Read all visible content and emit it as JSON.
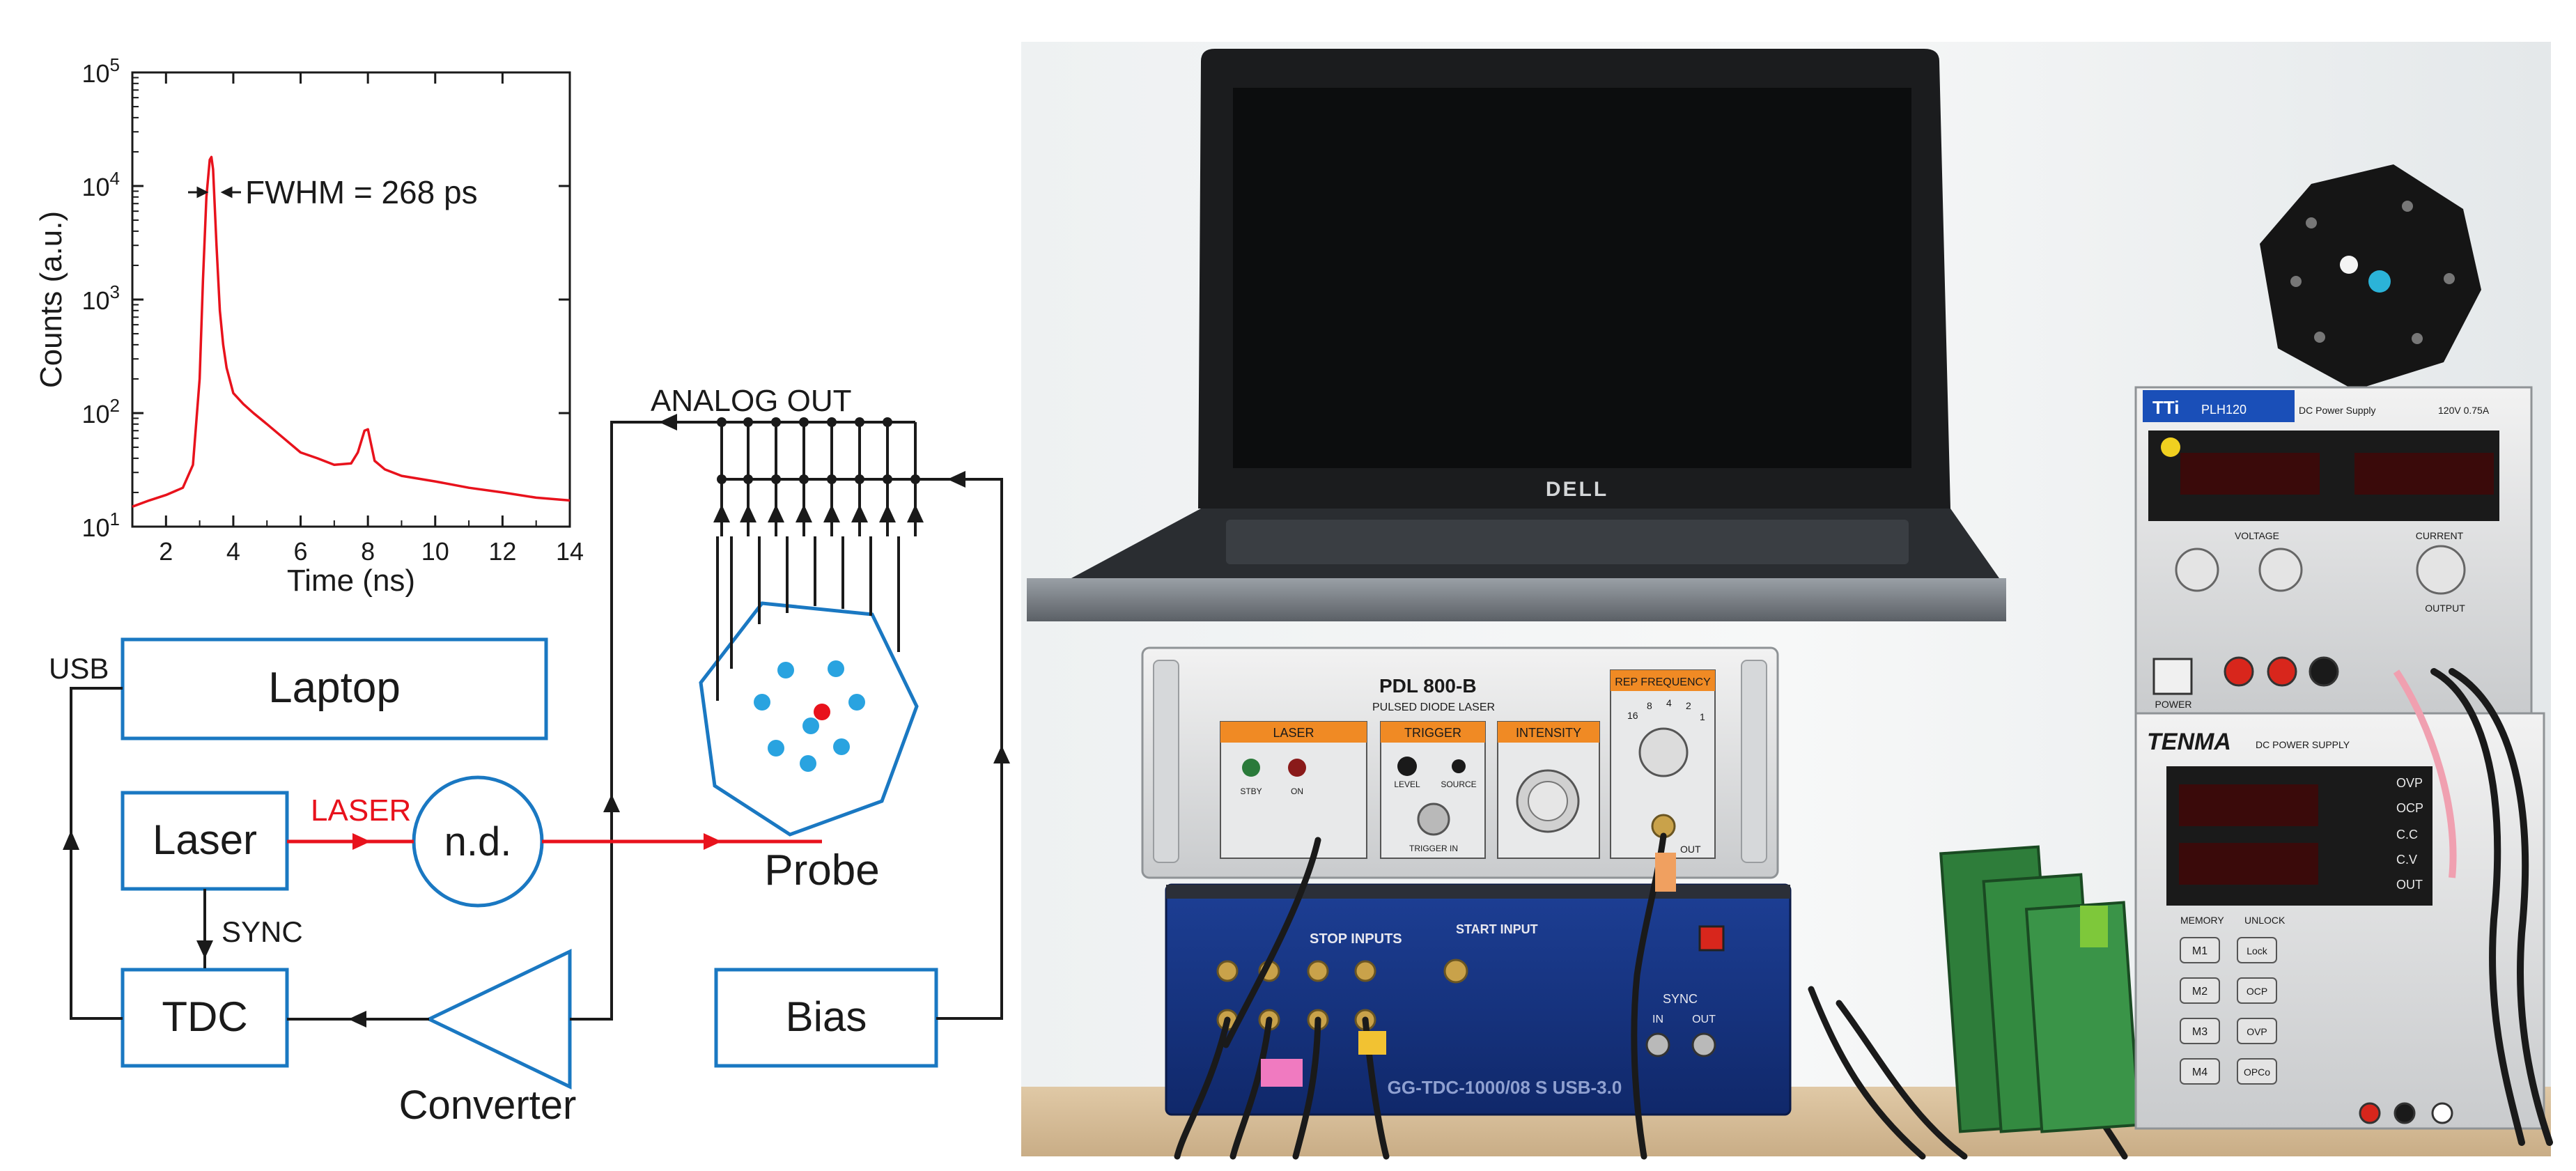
{
  "chart_data": {
    "type": "line",
    "xlabel": "Time (ns)",
    "ylabel": "Counts (a.u.)",
    "xlim": [
      1,
      14
    ],
    "ylim": [
      10,
      100000
    ],
    "y_scale": "log",
    "x_ticks": [
      "2",
      "4",
      "6",
      "8",
      "10",
      "12",
      "14"
    ],
    "y_ticks": [
      {
        "base": "10",
        "exp": "1"
      },
      {
        "base": "10",
        "exp": "2"
      },
      {
        "base": "10",
        "exp": "3"
      },
      {
        "base": "10",
        "exp": "4"
      },
      {
        "base": "10",
        "exp": "5"
      }
    ],
    "annotation": "FWHM = 268 ps",
    "series_color": "#e8121c",
    "series": [
      {
        "x": [
          1.0,
          1.5,
          2.0,
          2.5,
          2.8,
          3.0,
          3.1,
          3.2,
          3.3,
          3.35,
          3.4,
          3.5,
          3.6,
          3.7,
          3.8,
          4.0,
          4.3,
          4.6,
          5.0,
          5.5,
          6.0,
          6.5,
          7.0,
          7.5,
          7.7,
          7.9,
          8.0,
          8.2,
          8.5,
          9.0,
          10.0,
          11.0,
          12.0,
          13.0,
          14.0
        ],
        "y": [
          15,
          17,
          19,
          22,
          35,
          200,
          1500,
          8000,
          17000,
          18000,
          14000,
          3000,
          800,
          400,
          250,
          150,
          120,
          100,
          80,
          60,
          45,
          40,
          35,
          36,
          45,
          70,
          72,
          38,
          32,
          28,
          25,
          22,
          20,
          18,
          17
        ]
      }
    ]
  },
  "diagram": {
    "labels": {
      "laptop": "Laptop",
      "usb": "USB",
      "laser": "Laser",
      "laser_beam": "LASER",
      "nd": "n.d.",
      "sync": "SYNC",
      "tdc": "TDC",
      "converter": "Converter",
      "probe": "Probe",
      "analog_out": "ANALOG OUT",
      "bias": "Bias"
    },
    "colors": {
      "box": "#1a78c2",
      "signal": "#1a1a1a",
      "laser": "#e8121c",
      "probe_dot": "#29a3e0",
      "probe_center": "#e8121c"
    }
  },
  "photo": {
    "laptop_logo": "DELL",
    "laser_unit": {
      "model": "PDL 800-B",
      "subtitle": "PULSED DIODE LASER",
      "sections": [
        "LASER",
        "TRIGGER",
        "INTENSITY",
        "REP FREQUENCY"
      ],
      "laser_labels": [
        "STBY",
        "ON"
      ],
      "trigger_labels": [
        "LEVEL",
        "SOURCE",
        "TRIGGER IN"
      ],
      "freq_scale": [
        "16",
        "8",
        "4",
        "2",
        "1"
      ],
      "out_label": "OUT"
    },
    "tdc_unit": {
      "inputs_label": "STOP INPUTS",
      "start_label": "START INPUT",
      "sync_label": "SYNC",
      "in_label": "IN",
      "out_label": "OUT",
      "front_text": "GG-TDC-1000/08 S USB-3.0"
    },
    "supply_top": {
      "brand": "TTi",
      "model": "PLH120",
      "subtitle": "DC Power Supply",
      "rating": "120V 0.75A",
      "knob_labels": [
        "VOLTAGE",
        "CURRENT"
      ],
      "power_label": "POWER",
      "output_label": "OUTPUT"
    },
    "supply_bottom": {
      "brand": "TENMA",
      "subtitle": "DC POWER SUPPLY",
      "indicators": [
        "OVP",
        "OCP",
        "C.C",
        "C.V",
        "OUT"
      ],
      "left_buttons": [
        "M1",
        "M2",
        "M3",
        "M4"
      ],
      "right_buttons": [
        "Lock",
        "OCP",
        "OVP",
        "OPCo"
      ],
      "memory_label": "MEMORY",
      "unlock_label": "UNLOCK"
    }
  }
}
